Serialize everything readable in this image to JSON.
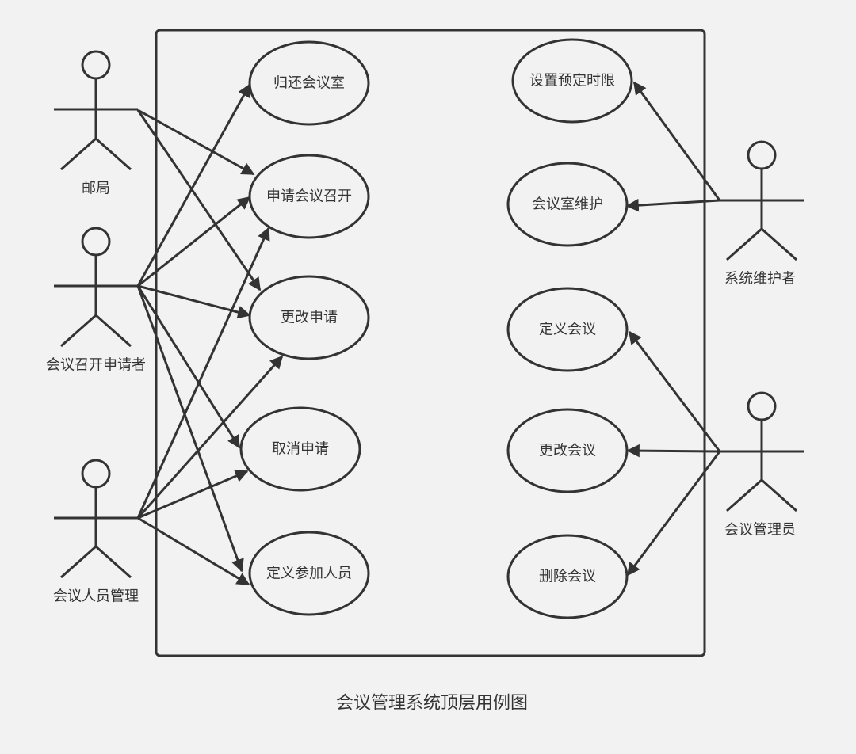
{
  "caption": "会议管理系统顶层用例图",
  "actors": {
    "postoffice": "邮局",
    "applicant": "会议召开申请者",
    "personnel": "会议人员管理",
    "sysmaint": "系统维护者",
    "admin": "会议管理员"
  },
  "usecases": {
    "return_room": "归还会议室",
    "apply_meeting": "申请会议召开",
    "change_apply": "更改申请",
    "cancel_apply": "取消申请",
    "define_attendees": "定义参加人员",
    "set_deadline": "设置预定时限",
    "room_maint": "会议室维护",
    "define_meeting": "定义会议",
    "change_meeting": "更改会议",
    "delete_meeting": "删除会议"
  },
  "associations": [
    {
      "from": "postoffice",
      "to": "apply_meeting"
    },
    {
      "from": "postoffice",
      "to": "change_apply"
    },
    {
      "from": "applicant",
      "to": "return_room"
    },
    {
      "from": "applicant",
      "to": "apply_meeting"
    },
    {
      "from": "applicant",
      "to": "change_apply"
    },
    {
      "from": "applicant",
      "to": "cancel_apply"
    },
    {
      "from": "applicant",
      "to": "define_attendees"
    },
    {
      "from": "personnel",
      "to": "apply_meeting"
    },
    {
      "from": "personnel",
      "to": "change_apply"
    },
    {
      "from": "personnel",
      "to": "cancel_apply"
    },
    {
      "from": "personnel",
      "to": "define_attendees"
    },
    {
      "from": "sysmaint",
      "to": "set_deadline"
    },
    {
      "from": "sysmaint",
      "to": "room_maint"
    },
    {
      "from": "admin",
      "to": "define_meeting"
    },
    {
      "from": "admin",
      "to": "change_meeting"
    },
    {
      "from": "admin",
      "to": "delete_meeting"
    }
  ]
}
